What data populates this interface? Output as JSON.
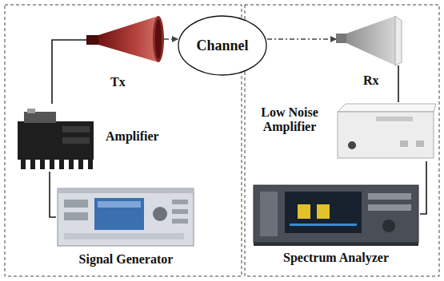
{
  "diagram": {
    "nodes": [
      {
        "text": [
          "Tx"
        ]
      },
      {
        "text": [
          "Channel"
        ]
      },
      {
        "text": [
          "Rx"
        ]
      },
      {
        "text": [
          "Amplifier"
        ]
      },
      {
        "text": [
          "Low Noise Amplifier"
        ]
      },
      {
        "text": [
          "Signal Generator"
        ]
      },
      {
        "text": [
          "Spectrum Analyzer"
        ]
      }
    ],
    "edges": [
      {
        "from": 0,
        "to": 1,
        "arrow": "to"
      },
      {
        "from": 1,
        "to": 2,
        "arrow": "to"
      },
      {
        "from": 0,
        "to": 3,
        "arrow": "none"
      },
      {
        "from": 3,
        "to": 5,
        "arrow": "none"
      },
      {
        "from": 2,
        "to": 4,
        "arrow": "none"
      },
      {
        "from": 4,
        "to": 6,
        "arrow": "none"
      }
    ]
  }
}
